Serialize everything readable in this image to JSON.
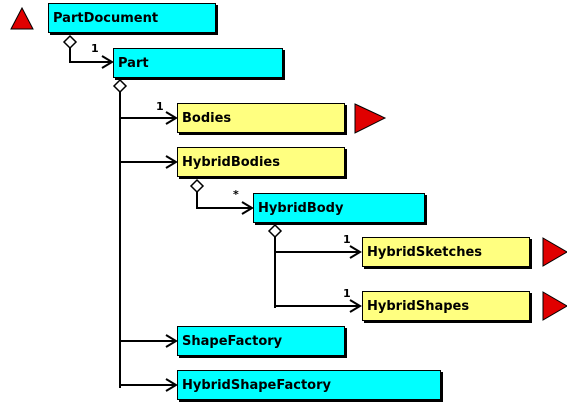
{
  "nodes": {
    "part_document": "PartDocument",
    "part": "Part",
    "bodies": "Bodies",
    "hybrid_bodies": "HybridBodies",
    "hybrid_body": "HybridBody",
    "hybrid_sketches": "HybridSketches",
    "hybrid_shapes": "HybridShapes",
    "shape_factory": "ShapeFactory",
    "hybrid_shape_factory": "HybridShapeFactory"
  },
  "multiplicities": {
    "part": "1",
    "bodies": "1",
    "hybrid_body": "*",
    "hybrid_sketches": "1",
    "hybrid_shapes": "1"
  },
  "colors": {
    "object_box": "#00ffff",
    "collection_box": "#ffff80",
    "marker": "#e00000"
  }
}
